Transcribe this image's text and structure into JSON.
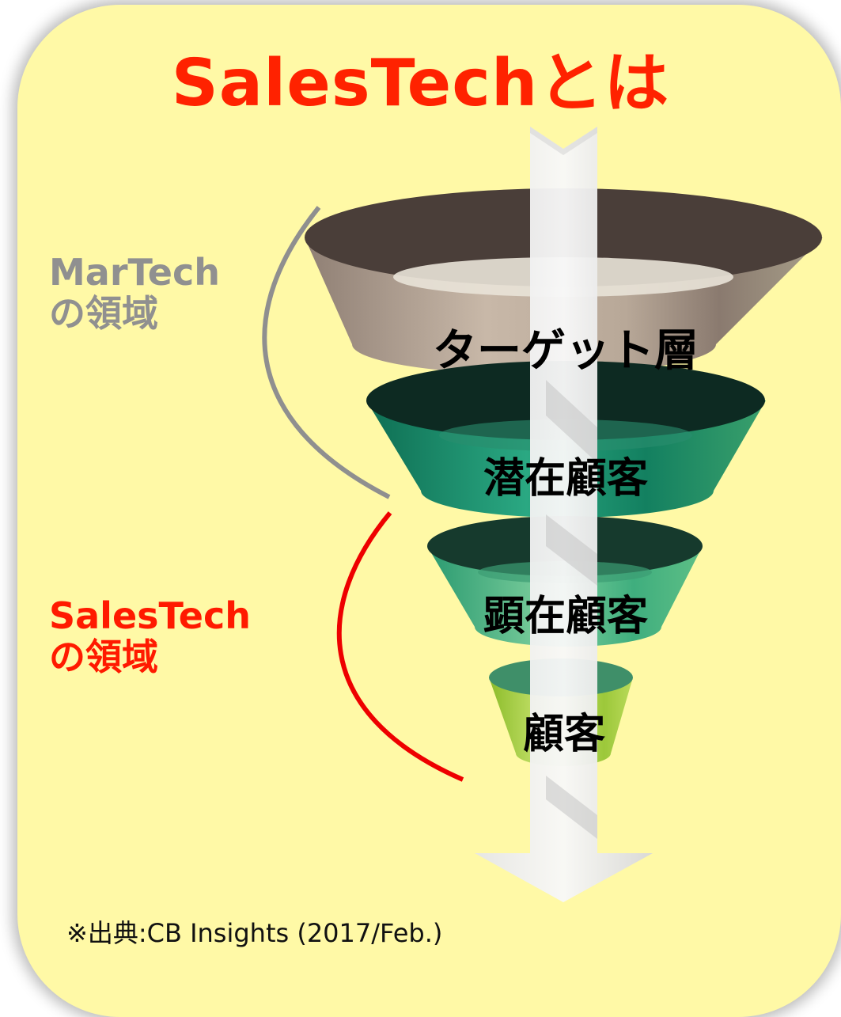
{
  "title": "SalesTechとは",
  "martech_label": [
    "MarTech",
    "の領域"
  ],
  "salestech_label": [
    "SalesTech",
    "の領域"
  ],
  "funnel": {
    "stages": [
      "ターゲット層",
      "潜在顧客",
      "顕在顧客",
      "顧客"
    ]
  },
  "source": "※出典:CB Insights (2017/Feb.)",
  "colors": {
    "background": "#fff9a6",
    "title": "#ff2200",
    "martech": "#909090",
    "salestech": "#ff1a00",
    "stage_target": "#a8978a",
    "stage_latent": "#1f9a74",
    "stage_visible": "#56c08d",
    "stage_customer": "#a6cf3a"
  }
}
